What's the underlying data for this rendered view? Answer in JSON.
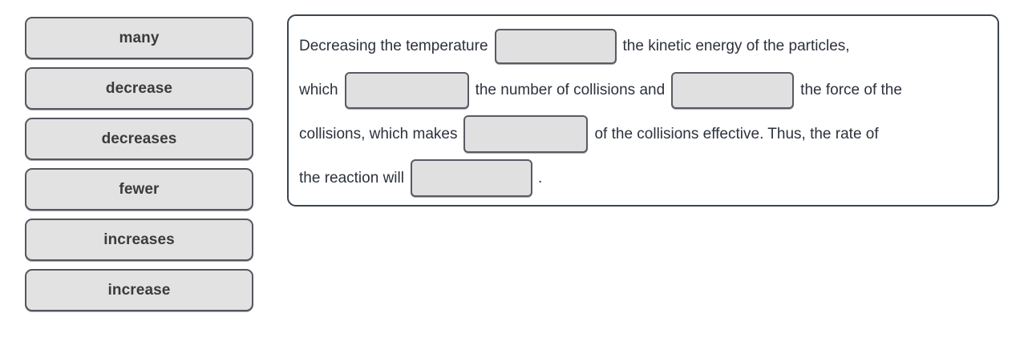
{
  "word_bank": {
    "tiles": [
      {
        "label": "many"
      },
      {
        "label": "decrease"
      },
      {
        "label": "decreases"
      },
      {
        "label": "fewer"
      },
      {
        "label": "increases"
      },
      {
        "label": "increase"
      }
    ]
  },
  "sentence_panel": {
    "segments": {
      "s1": "Decreasing the temperature",
      "s2": "the kinetic energy of the particles,",
      "s3": "which",
      "s4": "the number of collisions and",
      "s5": "the force of the",
      "s6": "collisions, which makes",
      "s7": "of the collisions effective. Thus, the rate of",
      "s8": "the reaction will",
      "s9": "."
    },
    "blanks": [
      {
        "value": ""
      },
      {
        "value": ""
      },
      {
        "value": ""
      },
      {
        "value": ""
      },
      {
        "value": ""
      }
    ]
  },
  "colors": {
    "tile_fill": "#e2e2e2",
    "tile_border": "#55565f",
    "blank_fill": "#e0e0e0",
    "blank_border": "#595a63",
    "panel_border": "#3c454e",
    "text": "#2c313c",
    "tile_text": "#3b3b3e",
    "page_background": "#ffffff"
  }
}
